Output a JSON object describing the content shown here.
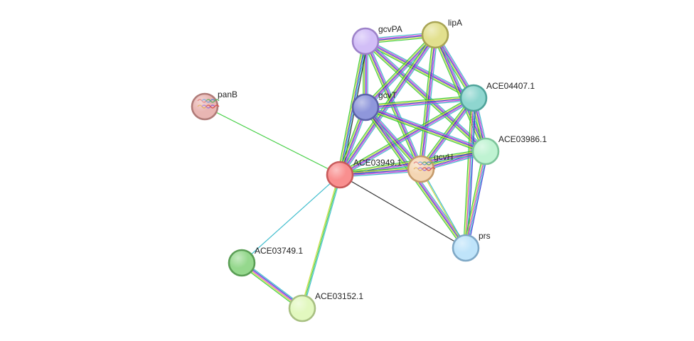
{
  "network": {
    "nodes": [
      {
        "id": "gcvPA",
        "label": "gcvPA",
        "fill": "#d2bef7",
        "stroke": "#9d82c9"
      },
      {
        "id": "lipA",
        "label": "lipA",
        "fill": "#e2e08e",
        "stroke": "#a8a454"
      },
      {
        "id": "ACE04407.1",
        "label": "ACE04407.1",
        "fill": "#8ed6cf",
        "stroke": "#4fa39a"
      },
      {
        "id": "gcvT",
        "label": "gcvT",
        "fill": "#8f97db",
        "stroke": "#5a62a8"
      },
      {
        "id": "panB",
        "label": "panB",
        "fill": "#e9b6b3",
        "stroke": "#b07b78"
      },
      {
        "id": "ACE03986.1",
        "label": "ACE03986.1",
        "fill": "#bff3d2",
        "stroke": "#7cc49a"
      },
      {
        "id": "gcvH",
        "label": "gcvH",
        "fill": "#f4d6b3",
        "stroke": "#c59a6a"
      },
      {
        "id": "ACE03949.1",
        "label": "ACE03949.1",
        "fill": "#f98f8f",
        "stroke": "#c85a5a"
      },
      {
        "id": "prs",
        "label": "prs",
        "fill": "#bfe4fa",
        "stroke": "#7fa8c6"
      },
      {
        "id": "ACE03749.1",
        "label": "ACE03749.1",
        "fill": "#95d88d",
        "stroke": "#5a9e55"
      },
      {
        "id": "ACE03152.1",
        "label": "ACE03152.1",
        "fill": "#e2f8bf",
        "stroke": "#a8c082"
      }
    ],
    "evidence_colors": {
      "neighborhood": "#2ec92e",
      "gene_fusion": "#e53535",
      "cooccurrence": "#2e2ed1",
      "coexpression": "#1e1e1e",
      "experiments": "#d035d0",
      "databases": "#2eb7c9",
      "textmining": "#c6d72e",
      "homology": "#9a8cdc"
    },
    "edges": [
      {
        "source": "gcvPA",
        "target": "lipA",
        "evidence": [
          "databases",
          "experiments",
          "cooccurrence",
          "textmining",
          "neighborhood"
        ]
      },
      {
        "source": "gcvPA",
        "target": "ACE04407.1",
        "evidence": [
          "databases",
          "experiments",
          "cooccurrence",
          "textmining",
          "neighborhood"
        ]
      },
      {
        "source": "gcvPA",
        "target": "gcvT",
        "evidence": [
          "databases",
          "experiments",
          "cooccurrence",
          "textmining",
          "neighborhood"
        ]
      },
      {
        "source": "gcvPA",
        "target": "ACE03986.1",
        "evidence": [
          "databases",
          "experiments",
          "cooccurrence",
          "textmining",
          "neighborhood"
        ]
      },
      {
        "source": "gcvPA",
        "target": "gcvH",
        "evidence": [
          "databases",
          "experiments",
          "cooccurrence",
          "textmining",
          "neighborhood"
        ]
      },
      {
        "source": "gcvPA",
        "target": "ACE03949.1",
        "evidence": [
          "coexpression",
          "databases",
          "cooccurrence",
          "textmining",
          "neighborhood"
        ]
      },
      {
        "source": "lipA",
        "target": "ACE04407.1",
        "evidence": [
          "databases",
          "experiments",
          "cooccurrence",
          "textmining",
          "neighborhood"
        ]
      },
      {
        "source": "lipA",
        "target": "gcvT",
        "evidence": [
          "databases",
          "experiments",
          "cooccurrence",
          "textmining",
          "neighborhood"
        ]
      },
      {
        "source": "lipA",
        "target": "ACE03986.1",
        "evidence": [
          "databases",
          "experiments",
          "cooccurrence",
          "textmining",
          "neighborhood"
        ]
      },
      {
        "source": "lipA",
        "target": "gcvH",
        "evidence": [
          "databases",
          "experiments",
          "cooccurrence",
          "textmining",
          "neighborhood"
        ]
      },
      {
        "source": "lipA",
        "target": "ACE03949.1",
        "evidence": [
          "databases",
          "experiments",
          "cooccurrence",
          "textmining",
          "neighborhood"
        ]
      },
      {
        "source": "ACE04407.1",
        "target": "gcvT",
        "evidence": [
          "databases",
          "experiments",
          "cooccurrence",
          "textmining",
          "neighborhood"
        ]
      },
      {
        "source": "ACE04407.1",
        "target": "ACE03986.1",
        "evidence": [
          "databases",
          "experiments",
          "cooccurrence",
          "textmining",
          "neighborhood"
        ]
      },
      {
        "source": "ACE04407.1",
        "target": "gcvH",
        "evidence": [
          "databases",
          "experiments",
          "cooccurrence",
          "textmining",
          "neighborhood"
        ]
      },
      {
        "source": "ACE04407.1",
        "target": "ACE03949.1",
        "evidence": [
          "databases",
          "experiments",
          "cooccurrence",
          "textmining",
          "neighborhood"
        ]
      },
      {
        "source": "ACE04407.1",
        "target": "prs",
        "evidence": [
          "cooccurrence",
          "databases",
          "experiments",
          "textmining",
          "neighborhood"
        ]
      },
      {
        "source": "gcvT",
        "target": "ACE03986.1",
        "evidence": [
          "databases",
          "experiments",
          "cooccurrence",
          "textmining",
          "neighborhood"
        ]
      },
      {
        "source": "gcvT",
        "target": "gcvH",
        "evidence": [
          "databases",
          "experiments",
          "cooccurrence",
          "textmining",
          "neighborhood"
        ]
      },
      {
        "source": "gcvT",
        "target": "ACE03949.1",
        "evidence": [
          "databases",
          "experiments",
          "cooccurrence",
          "textmining",
          "neighborhood"
        ]
      },
      {
        "source": "gcvT",
        "target": "prs",
        "evidence": [
          "databases",
          "experiments",
          "cooccurrence",
          "textmining",
          "neighborhood"
        ]
      },
      {
        "source": "ACE03986.1",
        "target": "gcvH",
        "evidence": [
          "databases",
          "experiments",
          "cooccurrence",
          "textmining",
          "neighborhood"
        ]
      },
      {
        "source": "ACE03986.1",
        "target": "ACE03949.1",
        "evidence": [
          "databases",
          "experiments",
          "cooccurrence",
          "textmining",
          "neighborhood"
        ]
      },
      {
        "source": "ACE03986.1",
        "target": "prs",
        "evidence": [
          "cooccurrence",
          "databases",
          "experiments",
          "textmining",
          "neighborhood"
        ]
      },
      {
        "source": "gcvH",
        "target": "ACE03949.1",
        "evidence": [
          "databases",
          "experiments",
          "cooccurrence",
          "textmining",
          "neighborhood"
        ]
      },
      {
        "source": "gcvH",
        "target": "prs",
        "evidence": [
          "databases",
          "textmining"
        ]
      },
      {
        "source": "ACE03949.1",
        "target": "prs",
        "evidence": [
          "coexpression"
        ]
      },
      {
        "source": "ACE03949.1",
        "target": "panB",
        "evidence": [
          "neighborhood"
        ]
      },
      {
        "source": "ACE03949.1",
        "target": "ACE03749.1",
        "evidence": [
          "databases"
        ]
      },
      {
        "source": "ACE03949.1",
        "target": "ACE03152.1",
        "evidence": [
          "databases",
          "neighborhood",
          "textmining"
        ]
      },
      {
        "source": "ACE03749.1",
        "target": "ACE03152.1",
        "evidence": [
          "databases",
          "cooccurrence",
          "experiments",
          "textmining",
          "neighborhood"
        ]
      }
    ]
  }
}
